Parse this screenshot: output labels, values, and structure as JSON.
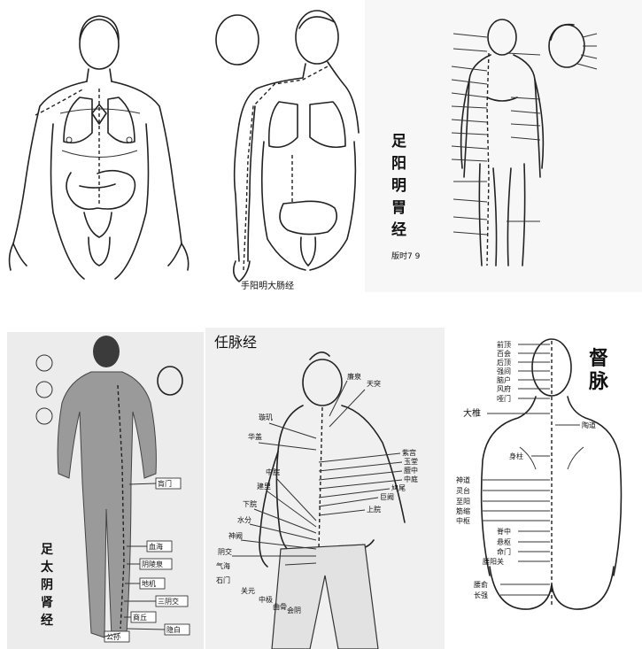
{
  "panels": {
    "large_intestine": {
      "caption": "手阳明大肠经"
    },
    "stomach": {
      "title_chars": [
        "足",
        "阳",
        "明",
        "胃",
        "经"
      ],
      "footer": "版时7 9"
    },
    "kidney": {
      "title_chars": [
        "足",
        "太",
        "阴",
        "肾",
        "经"
      ],
      "box_labels": [
        "肓门",
        "血海",
        "阴陵泉",
        "地机",
        "三阴交",
        "商丘",
        "公孙",
        "隐白"
      ]
    },
    "ren": {
      "title": "任脉经",
      "labels": [
        "廉泉",
        "天突",
        "璇玑",
        "华盖",
        "紫宫",
        "玉堂",
        "膻中",
        "中庭",
        "鸠尾",
        "巨阙",
        "上脘",
        "中脘",
        "建里",
        "下脘",
        "水分",
        "神阙",
        "阴交",
        "气海",
        "石门",
        "关元",
        "中极",
        "曲骨",
        "会阴"
      ]
    },
    "du": {
      "title_chars": [
        "督",
        "脉"
      ],
      "labels": [
        "前顶",
        "百会",
        "后顶",
        "强间",
        "脑户",
        "风府",
        "哑门",
        "大椎",
        "陶道",
        "身柱",
        "神道",
        "灵台",
        "至阳",
        "筋缩",
        "中枢",
        "脊中",
        "悬枢",
        "命门",
        "腰阳关",
        "腰俞",
        "长强"
      ]
    }
  }
}
